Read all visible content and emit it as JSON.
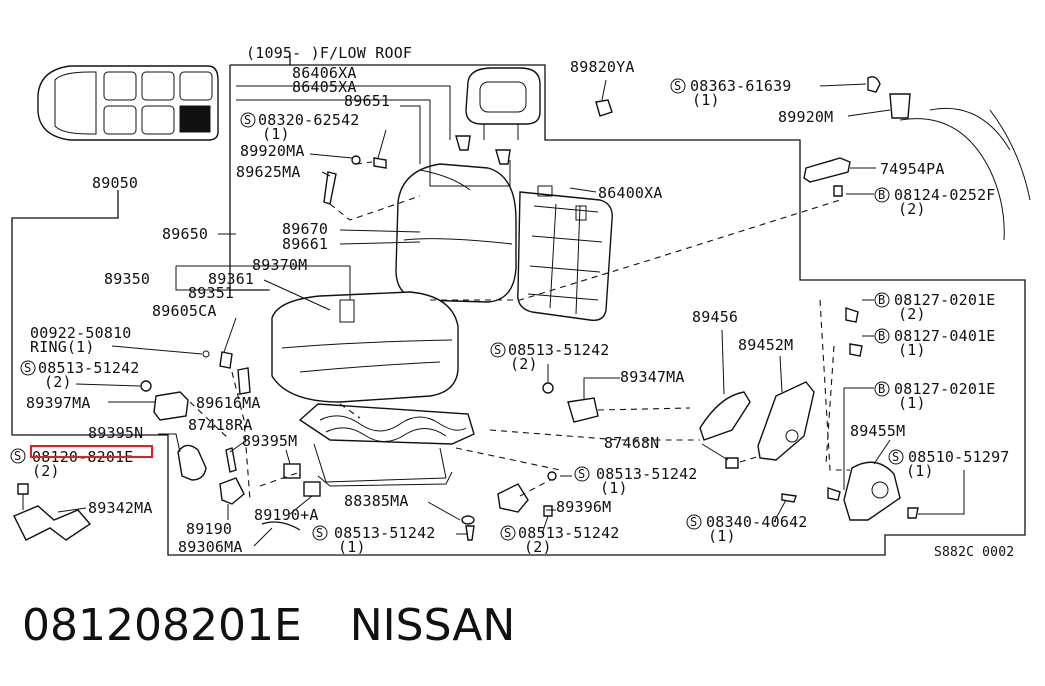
{
  "diagram": {
    "variant_note": "(1095-   )F/LOW ROOF",
    "drawing_code": "S882C 0002",
    "highlight_color": "#e02020",
    "labels": {
      "p86406xa": "86406XA",
      "p86405xa": "86405XA",
      "p89651": "89651",
      "p08320": "08320-62542",
      "p08320q": "(1)",
      "p89920ma": "89920MA",
      "p89625ma": "89625MA",
      "p89050": "89050",
      "p89650": "89650",
      "p89670": "89670",
      "p89661": "89661",
      "p89370m": "89370M",
      "p89350": "89350",
      "p89361": "89361",
      "p89351": "89351",
      "p89605ca": "89605CA",
      "p00922": "00922-50810",
      "pring": "RING(1)",
      "p08513a": "08513-51242",
      "p08513aq": "(2)",
      "p89397ma": "89397MA",
      "p89616ma": "89616MA",
      "p87418ra": "87418RA",
      "p89395n": "89395N",
      "p89395m": "89395M",
      "p08120": "08120-8201E",
      "p08120q": "(2)",
      "p89342ma": "89342MA",
      "p89190": "89190",
      "p89190a": "89190+A",
      "p89306ma": "89306MA",
      "p89820ya": "89820YA",
      "p08363": "08363-61639",
      "p08363q": "(1)",
      "p89920m": "89920M",
      "p74954pa": "74954PA",
      "p86400xa": "86400XA",
      "p08124": "08124-0252F",
      "p08124q": "(2)",
      "p08513b": "08513-51242",
      "p08513bq": "(2)",
      "p89347ma": "89347MA",
      "p89456": "89456",
      "p89452m": "89452M",
      "p08127a": "08127-0201E",
      "p08127aq": "(2)",
      "p08127b": "08127-0401E",
      "p08127bq": "(1)",
      "p08127c": "08127-0201E",
      "p08127cq": "(1)",
      "p89455m": "89455M",
      "p08510": "08510-51297",
      "p08510q": "(1)",
      "p87468n": "87468N",
      "p08513c": "08513-51242",
      "p08513cq": "(1)",
      "p89396m": "89396M",
      "p88385ma": "88385MA",
      "p08513d": "08513-51242",
      "p08513dq": "(1)",
      "p08513e": "08513-51242",
      "p08513eq": "(2)",
      "p08340": "08340-40642",
      "p08340q": "(1)",
      "sym_s": "S",
      "sym_b": "B"
    }
  },
  "caption": {
    "part_number": "081208201E",
    "brand": "NISSAN"
  }
}
